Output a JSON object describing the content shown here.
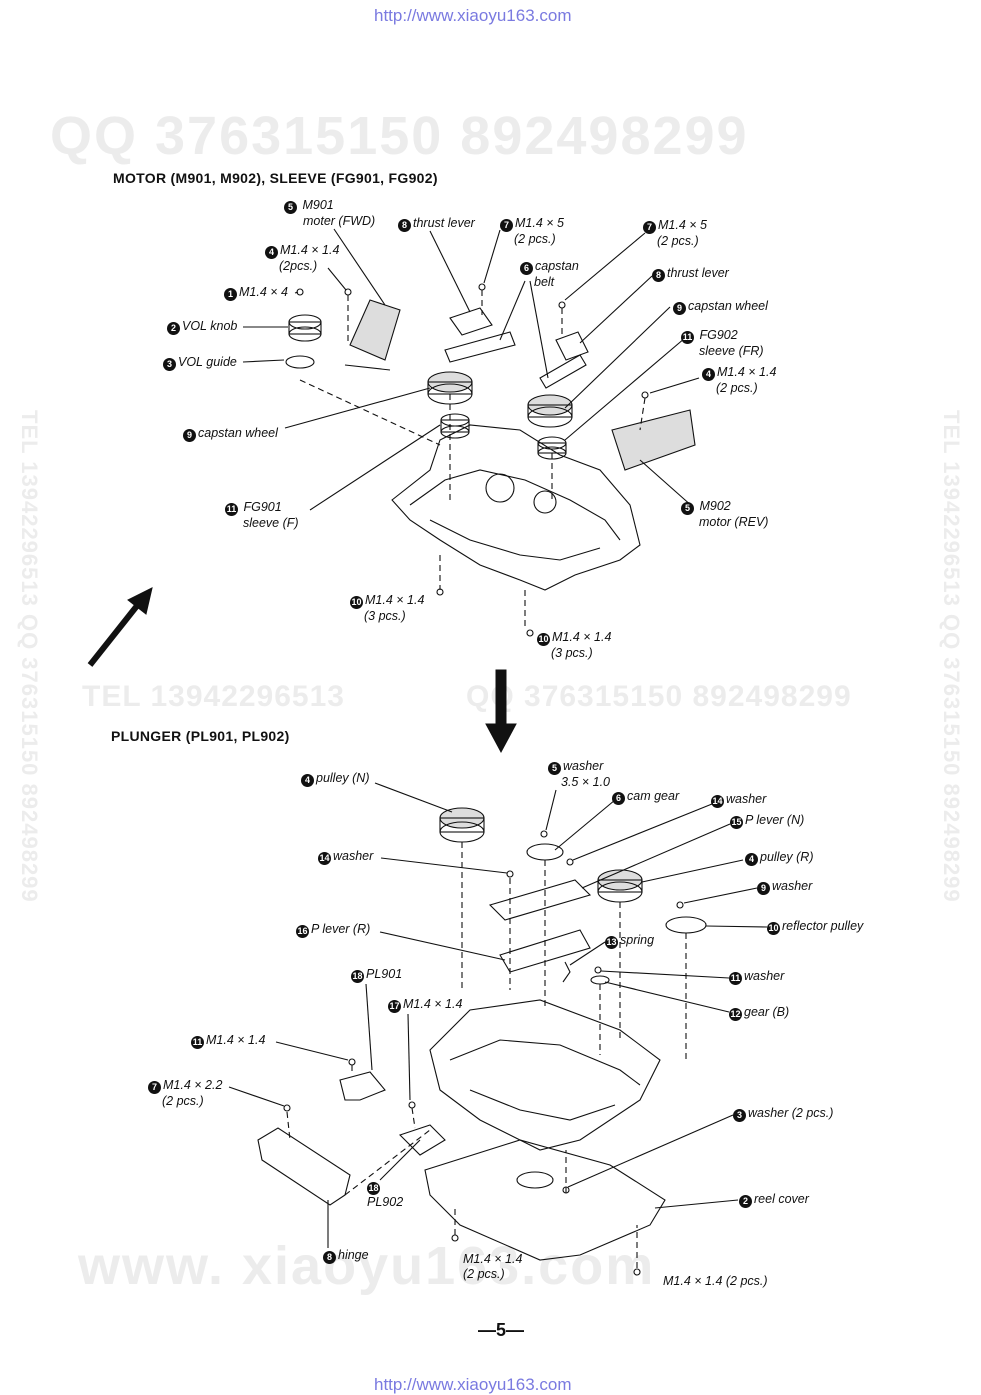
{
  "header_url": "http://www.xiaoyu163.com",
  "footer_url": "http://www.xiaoyu163.com",
  "watermarks": {
    "qq_top": "QQ 376315150   892498299",
    "tel_mid": "TEL 13942296513",
    "qq_mid": "QQ 376315150 892498299",
    "www_bottom": "www. xiaoyu163.com",
    "vertical_left": "TEL 13942296513  QQ 376315150  892498299",
    "vertical_right": "TEL 13942296513  QQ 376315150  892498299"
  },
  "sections": {
    "motor": "MOTOR (M901, M902), SLEEVE (FG901, FG902)",
    "plunger": "PLUNGER (PL901, PL902)"
  },
  "motor_labels": {
    "m901_a": "M901",
    "m901_b": "moter (FWD)",
    "thrust_lever_l": "thrust lever",
    "screw_5_l_a": "M1.4 × 5",
    "screw_5_l_b": "(2 pcs.)",
    "screw_5_r_a": "M1.4 × 5",
    "screw_5_r_b": "(2 pcs.)",
    "screw_14_l_a": "M1.4 × 1.4",
    "screw_14_l_b": "(2pcs.)",
    "capstan_belt_a": "capstan",
    "capstan_belt_b": "belt",
    "thrust_lever_r": "thrust lever",
    "screw_4": "M1.4 × 4",
    "capstan_wheel_r": "capstan wheel",
    "vol_knob": "VOL knob",
    "fg902_a": "FG902",
    "fg902_b": "sleeve (FR)",
    "vol_guide": "VOL guide",
    "screw_14_r_a": "M1.4 × 1.4",
    "screw_14_r_b": "(2 pcs.)",
    "capstan_wheel_l": "capstan wheel",
    "fg901_a": "FG901",
    "fg901_b": "sleeve (F)",
    "m902_a": "M902",
    "m902_b": "motor (REV)",
    "screw_10a_a": "M1.4 × 1.4",
    "screw_10a_b": "(3 pcs.)",
    "screw_10b_a": "M1.4 × 1.4",
    "screw_10b_b": "(3 pcs.)"
  },
  "plunger_labels": {
    "washer5_a": "washer",
    "washer5_b": "3.5 × 1.0",
    "pulley_n": "pulley (N)",
    "cam_gear": "cam gear",
    "washer14_r": "washer",
    "p_lever_n": "P lever (N)",
    "washer14_l": "washer",
    "pulley_r": "pulley (R)",
    "washer9": "washer",
    "p_lever_r": "P lever (R)",
    "reflector_pulley": "reflector pulley",
    "spring": "spring",
    "pl901": "PL901",
    "washer11": "washer",
    "screw17": "M1.4 × 1.4",
    "gear_b": "gear (B)",
    "screw11": "M1.4 × 1.4",
    "screw7_a": "M1.4 × 2.2",
    "screw7_b": "(2 pcs.)",
    "washer3": "washer (2 pcs.)",
    "pl902": "PL902",
    "reel_cover": "reel cover",
    "hinge": "hinge",
    "screw_bottom_l_a": "M1.4 × 1.4",
    "screw_bottom_l_b": "(2 pcs.)",
    "screw_bottom_r": "M1.4 × 1.4 (2 pcs.)"
  },
  "callouts": {
    "n1": "1",
    "n2": "2",
    "n3": "3",
    "n4": "4",
    "n5": "5",
    "n6": "6",
    "n7": "7",
    "n8": "8",
    "n9": "9",
    "n10": "10",
    "n11": "11",
    "n12": "12",
    "n13": "13",
    "n14": "14",
    "n15": "15",
    "n16": "16",
    "n17": "17",
    "n18": "18"
  },
  "page_number": "—5—"
}
